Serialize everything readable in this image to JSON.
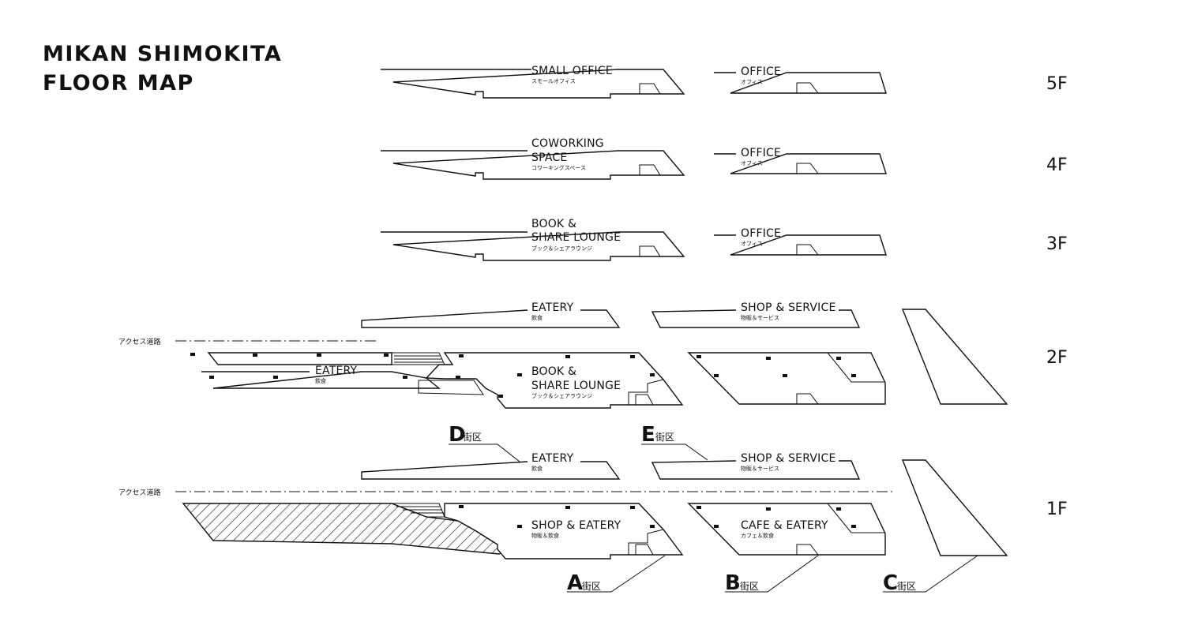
{
  "title": [
    "MIKAN SHIMOKITA",
    "FLOOR MAP"
  ],
  "floors": {
    "f5": "5F",
    "f4": "4F",
    "f3": "3F",
    "f2": "2F",
    "f1": "1F"
  },
  "labels": {
    "f5_west": {
      "en": [
        "SMALL OFFICE"
      ],
      "ja": "スモールオフィス"
    },
    "f5_east": {
      "en": [
        "OFFICE"
      ],
      "ja": "オフィス"
    },
    "f4_west": {
      "en": [
        "COWORKING",
        "SPACE"
      ],
      "ja": "コワーキングスペース"
    },
    "f4_east": {
      "en": [
        "OFFICE"
      ],
      "ja": "オフィス"
    },
    "f3_west": {
      "en": [
        "BOOK &",
        "SHARE LOUNGE"
      ],
      "ja": "ブック＆シェアラウンジ"
    },
    "f3_east": {
      "en": [
        "OFFICE"
      ],
      "ja": "オフィス"
    },
    "f2_d": {
      "en": [
        "EATERY"
      ],
      "ja": "飲食"
    },
    "f2_e": {
      "en": [
        "SHOP & SERVICE"
      ],
      "ja": "物販＆サービス"
    },
    "f2_a_eatery": {
      "en": [
        "EATERY"
      ],
      "ja": "飲食"
    },
    "f2_a_lounge": {
      "en": [
        "BOOK &",
        "SHARE LOUNGE"
      ],
      "ja": "ブック＆シェアラウンジ"
    },
    "f1_d": {
      "en": [
        "EATERY"
      ],
      "ja": "飲食"
    },
    "f1_e": {
      "en": [
        "SHOP & SERVICE"
      ],
      "ja": "物販＆サービス"
    },
    "f1_a": {
      "en": [
        "SHOP & EATERY"
      ],
      "ja": "物販＆飲食"
    },
    "f1_b": {
      "en": [
        "CAFE & EATERY"
      ],
      "ja": "カフェ＆飲食"
    }
  },
  "access_road": "アクセス道路",
  "districts": {
    "suffix": "街区",
    "A": "A",
    "B": "B",
    "C": "C",
    "D": "D",
    "E": "E"
  }
}
